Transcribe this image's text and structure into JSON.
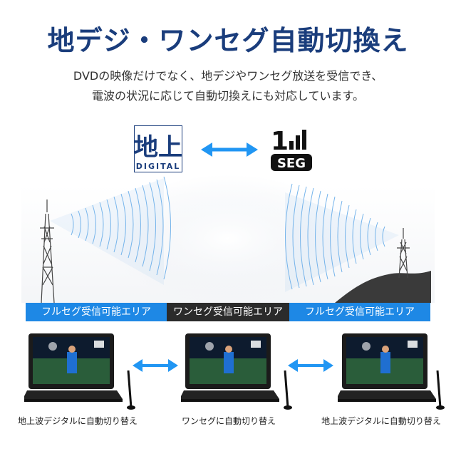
{
  "title": "地デジ・ワンセグ自動切換え",
  "description": {
    "line1": "DVDの映像だけでなく、地デジやワンセグ放送を受信でき、",
    "line2": "電波の状況に応じて自動切換えにも対応しています。"
  },
  "logos": {
    "chideji_mark": "地上",
    "chideji_sub": "DIGITAL",
    "oneseg_num": "1",
    "oneseg_text": "SEG"
  },
  "coverage": {
    "left": "フルセグ受信可能エリア",
    "middle": "ワンセグ受信可能エリア",
    "right": "フルセグ受信可能エリア"
  },
  "captions": {
    "left": "地上波デジタルに自動切り替え",
    "middle": "ワンセグに自動切り替え",
    "right": "地上波デジタルに自動切り替え"
  },
  "colors": {
    "title": "#1a3d7c",
    "fullseg_band": "#1e88e5",
    "oneseg_band": "#2b2b2b",
    "arrow": "#2196f3"
  }
}
